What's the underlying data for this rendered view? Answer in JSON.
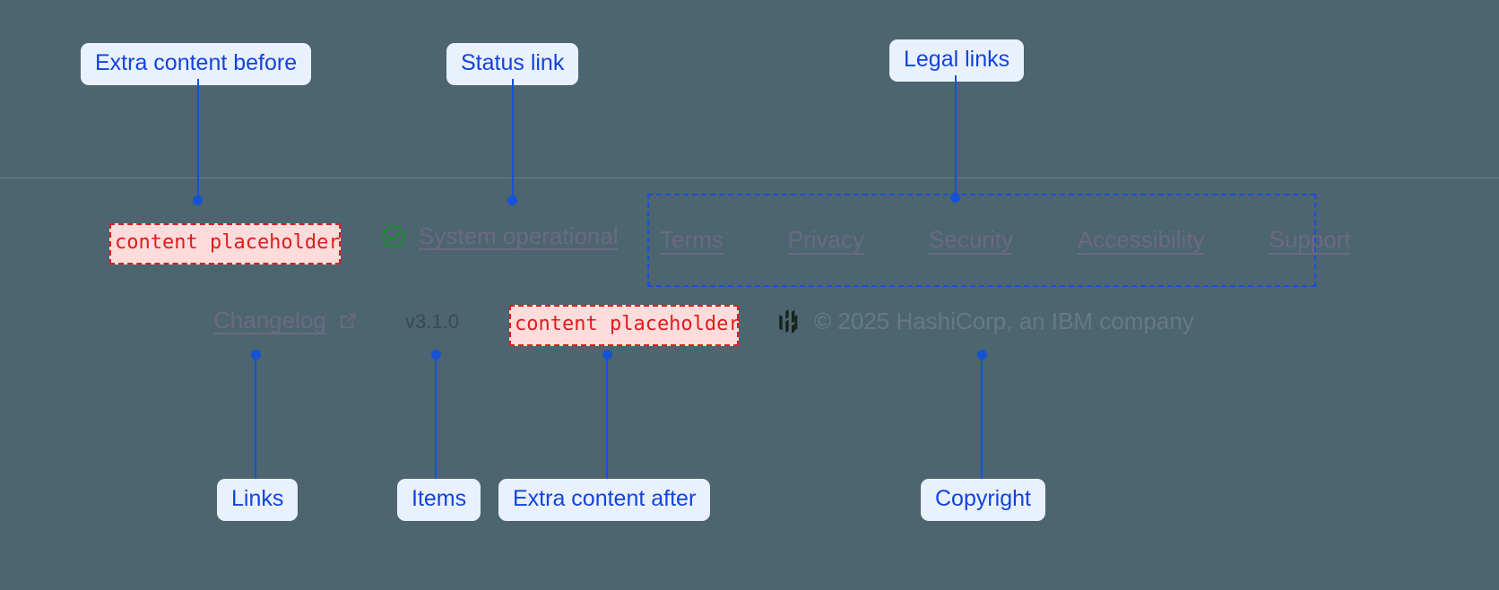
{
  "annotations": {
    "extra_before": "Extra content before",
    "status_link": "Status link",
    "legal_links": "Legal links",
    "links": "Links",
    "items": "Items",
    "extra_after": "Extra content after",
    "copyright": "Copyright"
  },
  "placeholders": {
    "before": "content placeholder",
    "after": "content placeholder"
  },
  "footer": {
    "status": {
      "icon": "check-circle-icon",
      "label": "System operational"
    },
    "legal": [
      {
        "label": "Terms"
      },
      {
        "label": "Privacy"
      },
      {
        "label": "Security"
      },
      {
        "label": "Accessibility"
      },
      {
        "label": "Support"
      }
    ],
    "changelog": {
      "label": "Changelog",
      "icon": "external-link-icon"
    },
    "version": "v3.1.0",
    "copyright": {
      "logo": "hashicorp-logo",
      "text": "© 2025 HashiCorp, an IBM company"
    }
  },
  "colors": {
    "page_background": "#4c6570",
    "annotation_accent": "#1552d8",
    "annotation_chip_bg": "#eaf1fe",
    "placeholder_border": "#e01b1b",
    "placeholder_bg": "#ffdcdc",
    "status_ok": "#1a8f2e",
    "link_text": "#6b6a82",
    "divider": "#6f7f8a"
  }
}
